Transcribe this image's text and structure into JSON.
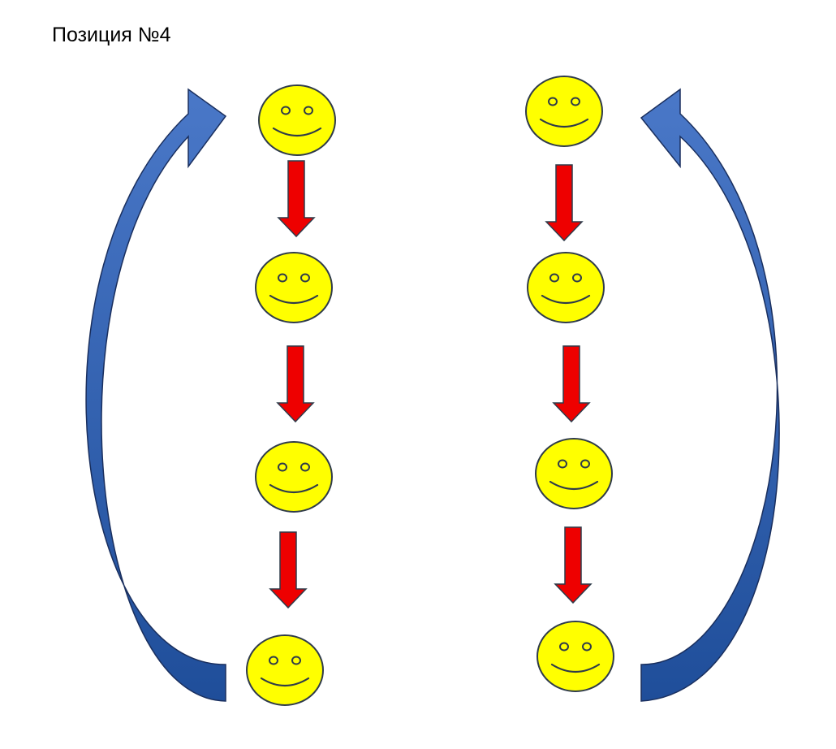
{
  "page": {
    "title": "Позиция №4"
  },
  "colors": {
    "face_fill": "#ffff00",
    "face_stroke": "#2f3b4a",
    "down_arrow_fill": "#ee0000",
    "down_arrow_stroke": "#2f3b4a",
    "curve_arrow_light": "#4a78c8",
    "curve_arrow_dark": "#1f4e9a",
    "curve_arrow_stroke": "#1a2f5e"
  },
  "icons": {
    "face": "smiley-face-icon",
    "down_arrow": "arrow-down-icon",
    "return_arrow": "curved-return-arrow-icon"
  },
  "columns": [
    {
      "id": "left",
      "face_count": 4,
      "down_arrow_count": 3,
      "return_arrow": "up"
    },
    {
      "id": "right",
      "face_count": 4,
      "down_arrow_count": 3,
      "return_arrow": "up"
    }
  ]
}
